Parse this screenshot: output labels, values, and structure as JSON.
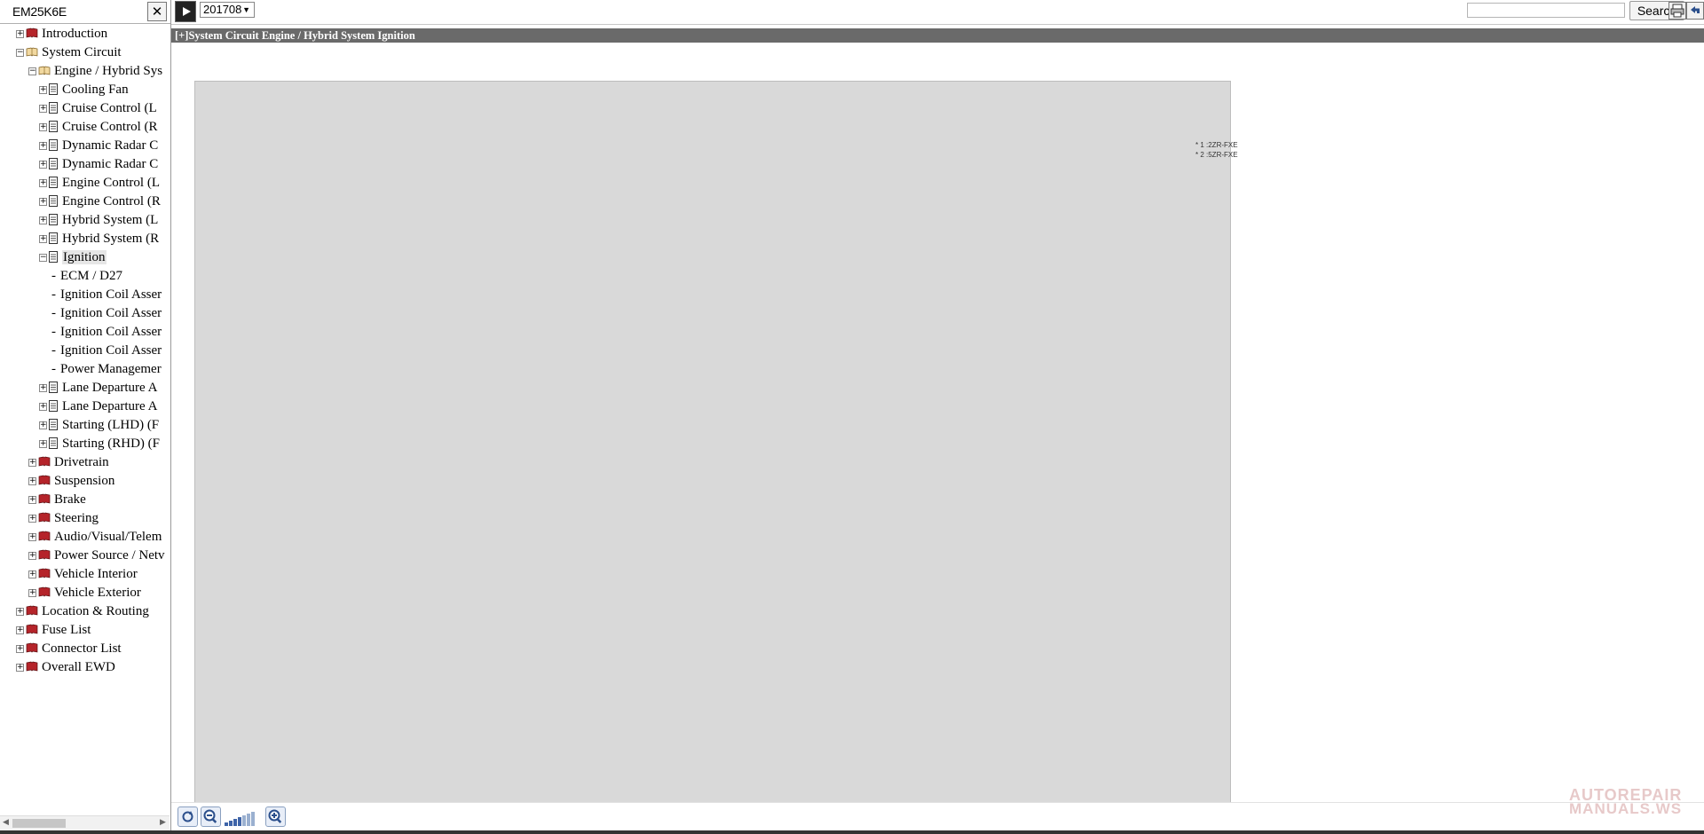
{
  "sidebar": {
    "title": "EM25K6E",
    "close_label": "✕",
    "tree": [
      {
        "label": "Introduction",
        "level": 0,
        "toggle": "+",
        "icon": "book"
      },
      {
        "label": "System Circuit",
        "level": 0,
        "toggle": "−",
        "icon": "book-open"
      },
      {
        "label": "Engine / Hybrid Sys",
        "level": 1,
        "toggle": "−",
        "icon": "book-open"
      },
      {
        "label": "Cooling Fan",
        "level": 2,
        "toggle": "+",
        "icon": "doc"
      },
      {
        "label": "Cruise Control (L",
        "level": 2,
        "toggle": "+",
        "icon": "doc"
      },
      {
        "label": "Cruise Control (R",
        "level": 2,
        "toggle": "+",
        "icon": "doc"
      },
      {
        "label": "Dynamic Radar C",
        "level": 2,
        "toggle": "+",
        "icon": "doc"
      },
      {
        "label": "Dynamic Radar C",
        "level": 2,
        "toggle": "+",
        "icon": "doc"
      },
      {
        "label": "Engine Control (L",
        "level": 2,
        "toggle": "+",
        "icon": "doc"
      },
      {
        "label": "Engine Control (R",
        "level": 2,
        "toggle": "+",
        "icon": "doc"
      },
      {
        "label": "Hybrid System (L",
        "level": 2,
        "toggle": "+",
        "icon": "doc"
      },
      {
        "label": "Hybrid System (R",
        "level": 2,
        "toggle": "+",
        "icon": "doc"
      },
      {
        "label": "Ignition",
        "level": 2,
        "toggle": "−",
        "icon": "doc",
        "selected": true
      },
      {
        "label": "ECM / D27",
        "level": 3,
        "toggle": "",
        "icon": "leaf"
      },
      {
        "label": "Ignition Coil Asser",
        "level": 3,
        "toggle": "",
        "icon": "leaf"
      },
      {
        "label": "Ignition Coil Asser",
        "level": 3,
        "toggle": "",
        "icon": "leaf"
      },
      {
        "label": "Ignition Coil Asser",
        "level": 3,
        "toggle": "",
        "icon": "leaf"
      },
      {
        "label": "Ignition Coil Asser",
        "level": 3,
        "toggle": "",
        "icon": "leaf"
      },
      {
        "label": "Power Managemer",
        "level": 3,
        "toggle": "",
        "icon": "leaf"
      },
      {
        "label": "Lane Departure A",
        "level": 2,
        "toggle": "+",
        "icon": "doc"
      },
      {
        "label": "Lane Departure A",
        "level": 2,
        "toggle": "+",
        "icon": "doc"
      },
      {
        "label": "Starting (LHD) (F",
        "level": 2,
        "toggle": "+",
        "icon": "doc"
      },
      {
        "label": "Starting (RHD) (F",
        "level": 2,
        "toggle": "+",
        "icon": "doc"
      },
      {
        "label": "Drivetrain",
        "level": 1,
        "toggle": "+",
        "icon": "book"
      },
      {
        "label": "Suspension",
        "level": 1,
        "toggle": "+",
        "icon": "book"
      },
      {
        "label": "Brake",
        "level": 1,
        "toggle": "+",
        "icon": "book"
      },
      {
        "label": "Steering",
        "level": 1,
        "toggle": "+",
        "icon": "book"
      },
      {
        "label": "Audio/Visual/Telem",
        "level": 1,
        "toggle": "+",
        "icon": "book"
      },
      {
        "label": "Power Source / Netv",
        "level": 1,
        "toggle": "+",
        "icon": "book"
      },
      {
        "label": "Vehicle Interior",
        "level": 1,
        "toggle": "+",
        "icon": "book"
      },
      {
        "label": "Vehicle Exterior",
        "level": 1,
        "toggle": "+",
        "icon": "book"
      },
      {
        "label": "Location & Routing",
        "level": 0,
        "toggle": "+",
        "icon": "book"
      },
      {
        "label": "Fuse List",
        "level": 0,
        "toggle": "+",
        "icon": "book"
      },
      {
        "label": "Connector List",
        "level": 0,
        "toggle": "+",
        "icon": "book"
      },
      {
        "label": "Overall EWD",
        "level": 0,
        "toggle": "+",
        "icon": "book"
      }
    ]
  },
  "toolbar": {
    "version": "201708",
    "search_placeholder": "",
    "search_label": "Search"
  },
  "titlebar": {
    "text": "[+]System Circuit  Engine / Hybrid System  Ignition"
  },
  "diagram": {
    "notes": [
      "* 1 :2ZR-FXE",
      "* 2 :5ZR-FXE"
    ]
  },
  "watermark": {
    "line1": "AUTOREPAIR",
    "line2": "MANUALS.WS"
  },
  "colors": {
    "book_icon": "#b5242a",
    "titlebar_bg": "#6a6a6a",
    "play_button": "#222222"
  }
}
